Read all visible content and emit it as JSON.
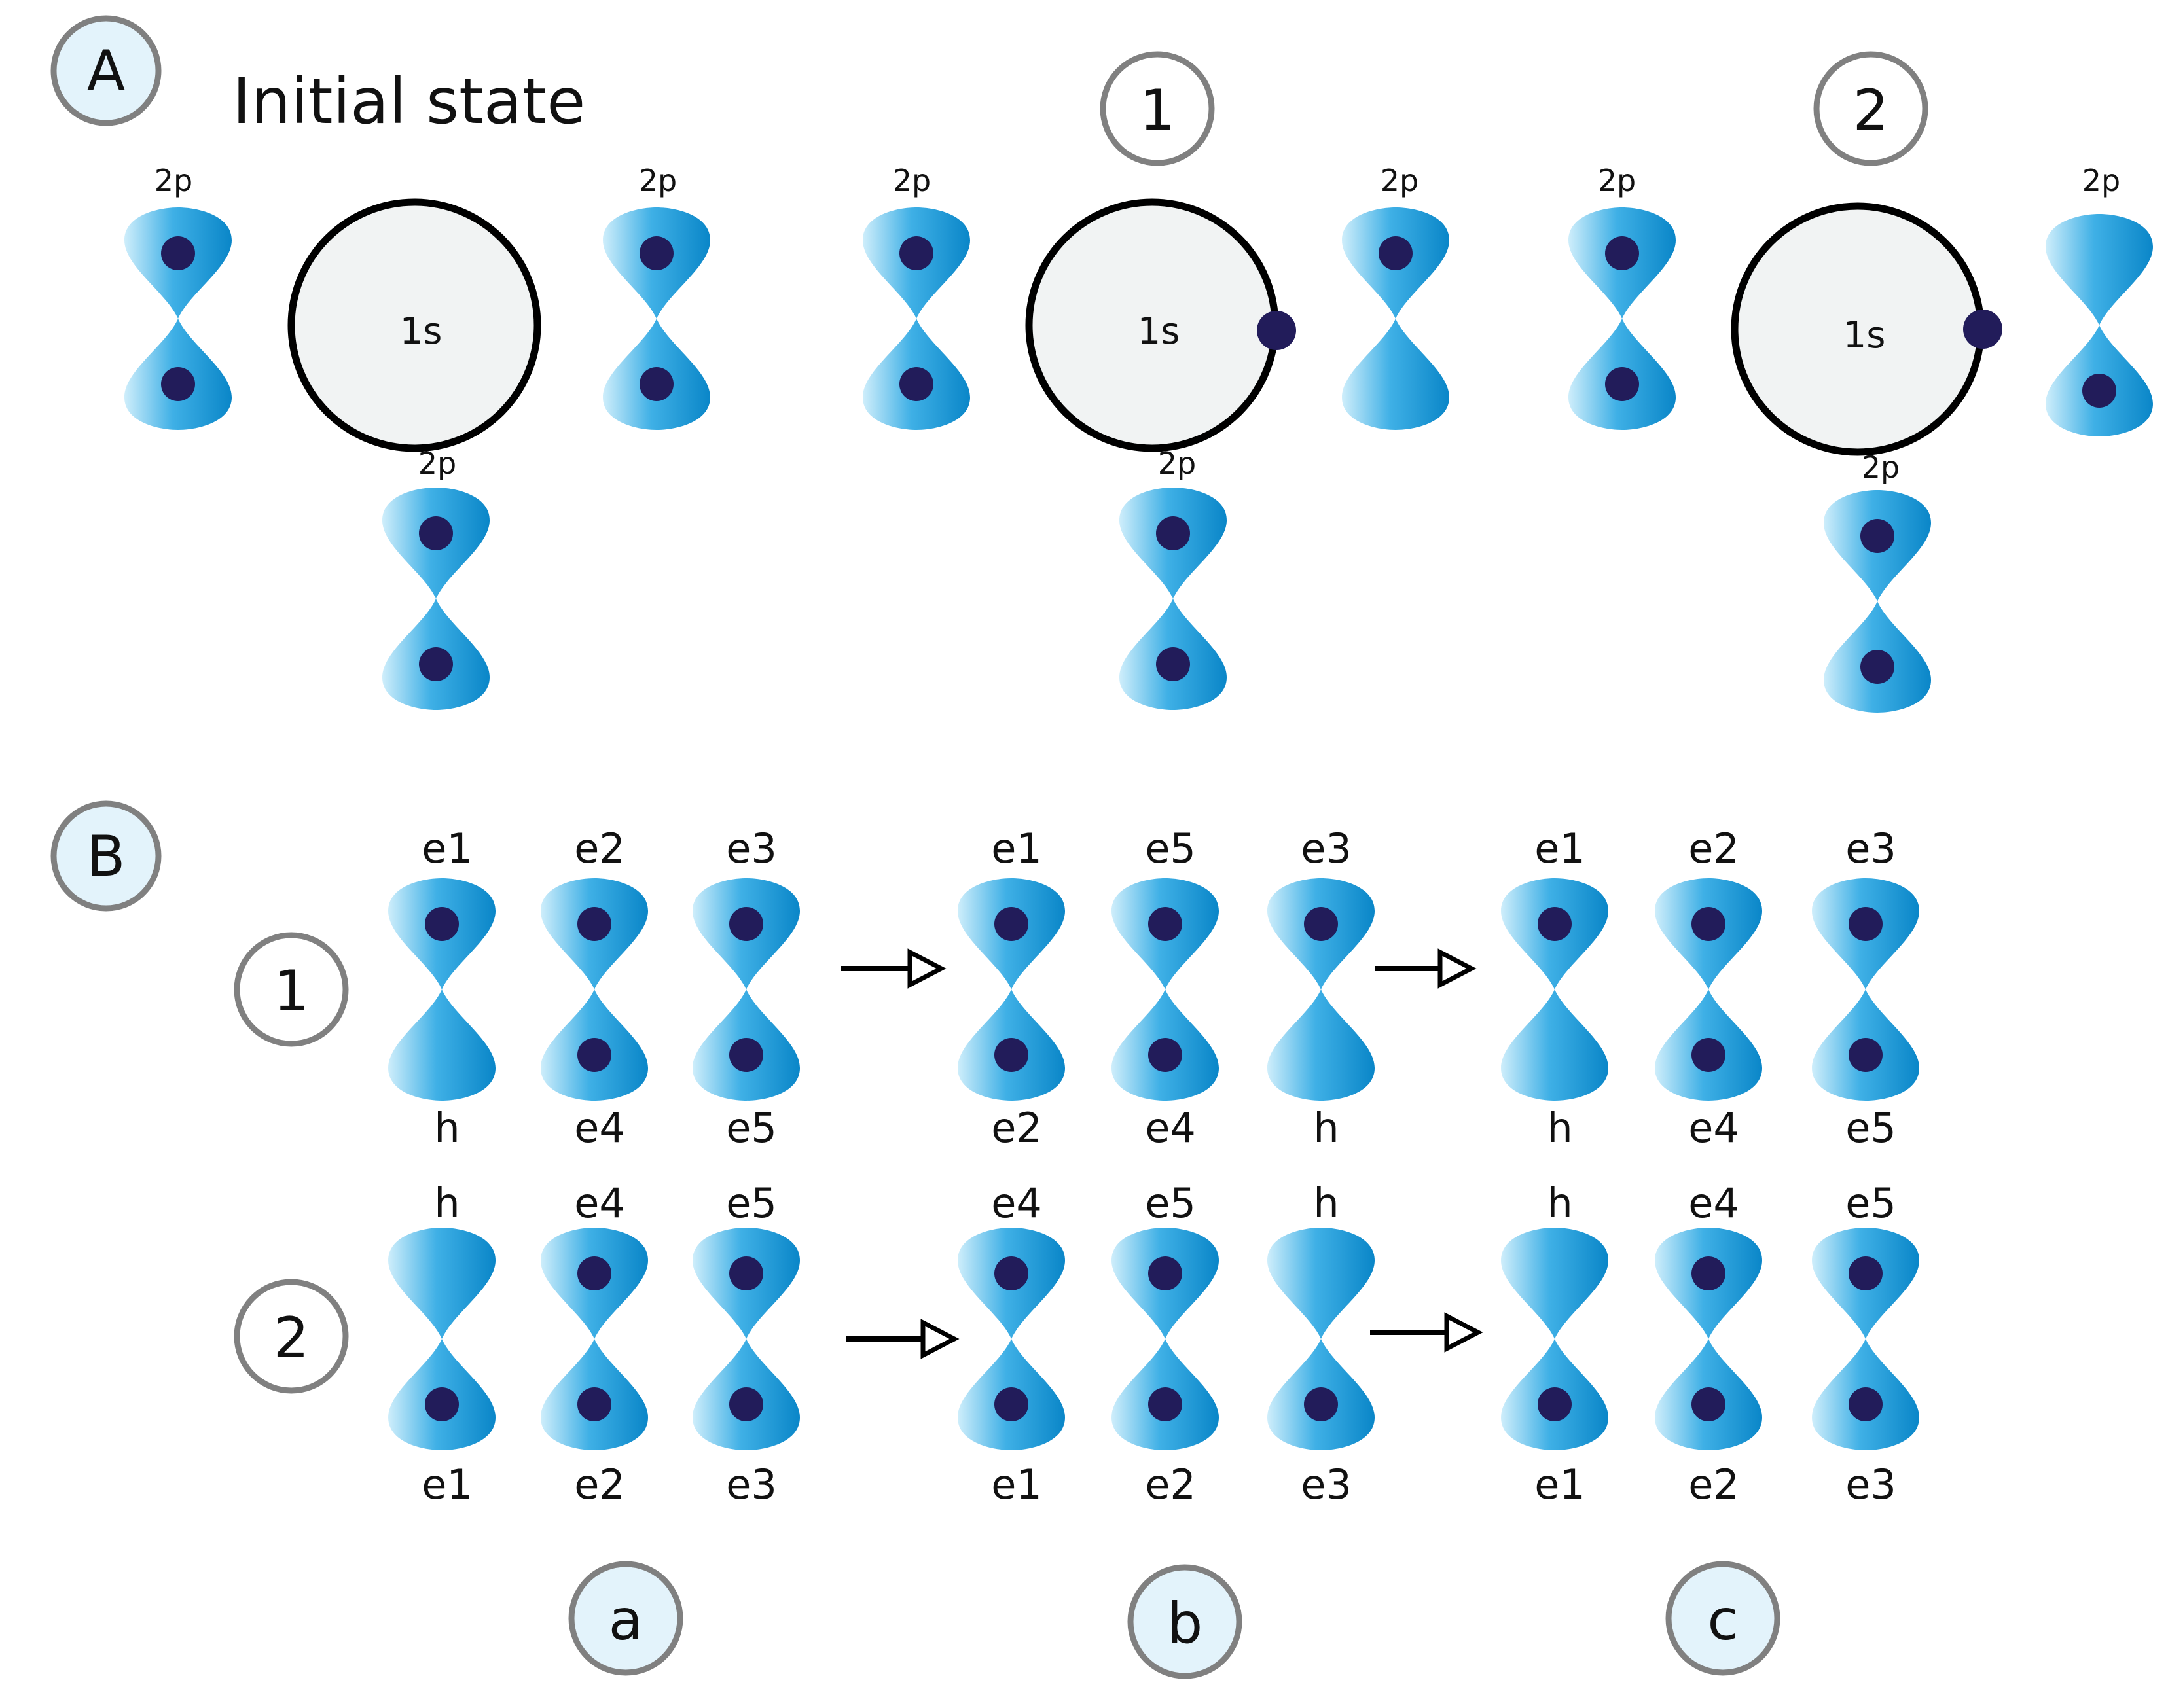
{
  "panel_a": {
    "badge": "A",
    "title": "Initial state",
    "groups": [
      {
        "badge": "",
        "s_orbital": {
          "label": "1s",
          "edge_electron": false
        },
        "p_orbitals": [
          {
            "label": "2p",
            "top_electron": true,
            "bottom_electron": true
          },
          {
            "label": "2p",
            "top_electron": true,
            "bottom_electron": true
          },
          {
            "label": "2p",
            "top_electron": true,
            "bottom_electron": true
          }
        ]
      },
      {
        "badge": "1",
        "s_orbital": {
          "label": "1s",
          "edge_electron": true
        },
        "p_orbitals": [
          {
            "label": "2p",
            "top_electron": true,
            "bottom_electron": true
          },
          {
            "label": "2p",
            "top_electron": true,
            "bottom_electron": false
          },
          {
            "label": "2p",
            "top_electron": true,
            "bottom_electron": true
          }
        ]
      },
      {
        "badge": "2",
        "s_orbital": {
          "label": "1s",
          "edge_electron": true
        },
        "p_orbitals": [
          {
            "label": "2p",
            "top_electron": true,
            "bottom_electron": true
          },
          {
            "label": "2p",
            "top_electron": false,
            "bottom_electron": true
          },
          {
            "label": "2p",
            "top_electron": true,
            "bottom_electron": true
          }
        ]
      }
    ]
  },
  "panel_b": {
    "badge": "B",
    "rows": [
      {
        "badge": "1",
        "stages": [
          [
            {
              "top": "e1",
              "bottom": "h",
              "top_electron": true,
              "bottom_electron": false
            },
            {
              "top": "e2",
              "bottom": "e4",
              "top_electron": true,
              "bottom_electron": true
            },
            {
              "top": "e3",
              "bottom": "e5",
              "top_electron": true,
              "bottom_electron": true
            }
          ],
          [
            {
              "top": "e1",
              "bottom": "e2",
              "top_electron": true,
              "bottom_electron": true
            },
            {
              "top": "e5",
              "bottom": "e4",
              "top_electron": true,
              "bottom_electron": true
            },
            {
              "top": "e3",
              "bottom": "h",
              "top_electron": true,
              "bottom_electron": false
            }
          ],
          [
            {
              "top": "e1",
              "bottom": "h",
              "top_electron": true,
              "bottom_electron": false
            },
            {
              "top": "e2",
              "bottom": "e4",
              "top_electron": true,
              "bottom_electron": true
            },
            {
              "top": "e3",
              "bottom": "e5",
              "top_electron": true,
              "bottom_electron": true
            }
          ]
        ]
      },
      {
        "badge": "2",
        "stages": [
          [
            {
              "top": "h",
              "bottom": "e1",
              "top_electron": false,
              "bottom_electron": true
            },
            {
              "top": "e4",
              "bottom": "e2",
              "top_electron": true,
              "bottom_electron": true
            },
            {
              "top": "e5",
              "bottom": "e3",
              "top_electron": true,
              "bottom_electron": true
            }
          ],
          [
            {
              "top": "e4",
              "bottom": "e1",
              "top_electron": true,
              "bottom_electron": true
            },
            {
              "top": "e5",
              "bottom": "e2",
              "top_electron": true,
              "bottom_electron": true
            },
            {
              "top": "h",
              "bottom": "e3",
              "top_electron": false,
              "bottom_electron": true
            }
          ],
          [
            {
              "top": "h",
              "bottom": "e1",
              "top_electron": false,
              "bottom_electron": true
            },
            {
              "top": "e4",
              "bottom": "e2",
              "top_electron": true,
              "bottom_electron": true
            },
            {
              "top": "e5",
              "bottom": "e3",
              "top_electron": true,
              "bottom_electron": true
            }
          ]
        ]
      }
    ],
    "stage_badges": [
      "a",
      "b",
      "c"
    ]
  },
  "colors": {
    "lobe_light": "#cfeefb",
    "lobe_mid": "#3fb0e6",
    "lobe_dark": "#0a86c8",
    "electron": "#221c5a",
    "s_fill": "#f1f3f3",
    "s_stroke": "#000000",
    "badge_fill": "#e3f3fb",
    "badge_stroke": "#808080",
    "plain_badge_fill": "#ffffff"
  }
}
